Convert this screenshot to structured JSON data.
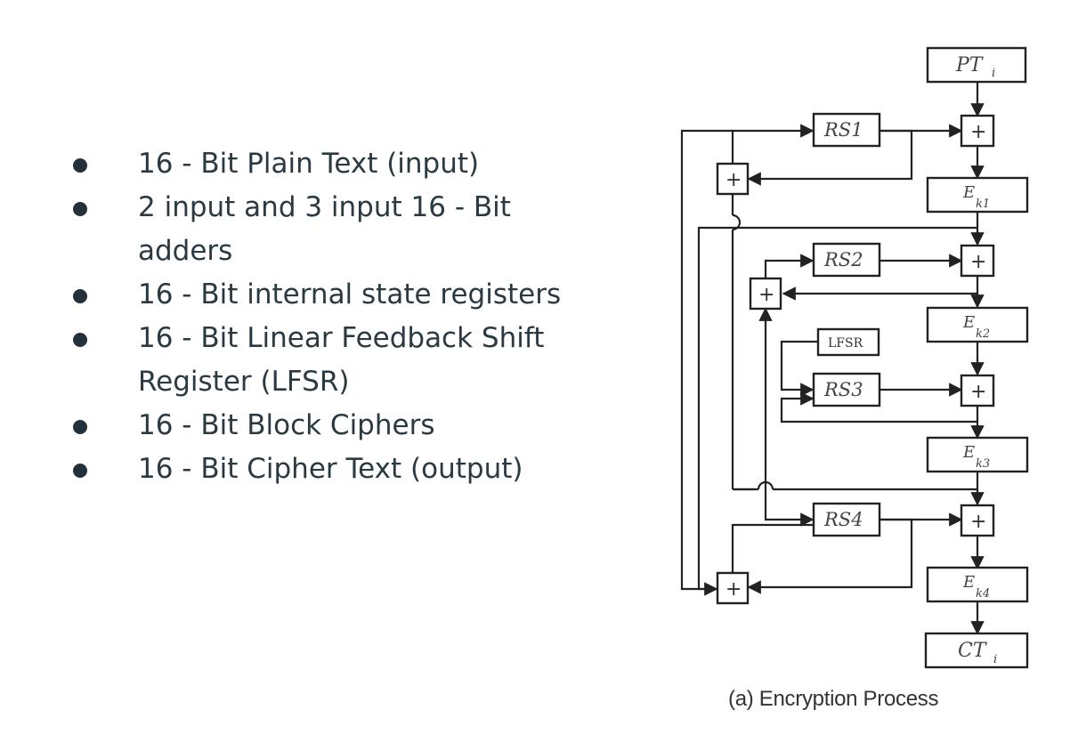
{
  "bullets": [
    {
      "lines": [
        "16 - Bit Plain Text (input)"
      ]
    },
    {
      "lines": [
        "2 input and 3 input 16 - Bit",
        "adders"
      ]
    },
    {
      "lines": [
        "16 - Bit internal state registers"
      ]
    },
    {
      "lines": [
        "16 - Bit Linear Feedback Shift",
        "Register (LFSR)"
      ]
    },
    {
      "lines": [
        "16 - Bit Block Ciphers"
      ]
    },
    {
      "lines": [
        "16 - Bit Cipher Text (output)"
      ]
    }
  ],
  "diagram": {
    "pt_label": "PT",
    "pt_sub": "i",
    "ct_label": "CT",
    "ct_sub": "i",
    "registers": [
      "RS1",
      "RS2",
      "RS3",
      "RS4"
    ],
    "lfsr": "LFSR",
    "ciphers": [
      {
        "label": "E",
        "sub": "k1"
      },
      {
        "label": "E",
        "sub": "k2"
      },
      {
        "label": "E",
        "sub": "k3"
      },
      {
        "label": "E",
        "sub": "k4"
      }
    ],
    "adder_symbol": "+",
    "caption": "(a) Encryption Process"
  }
}
